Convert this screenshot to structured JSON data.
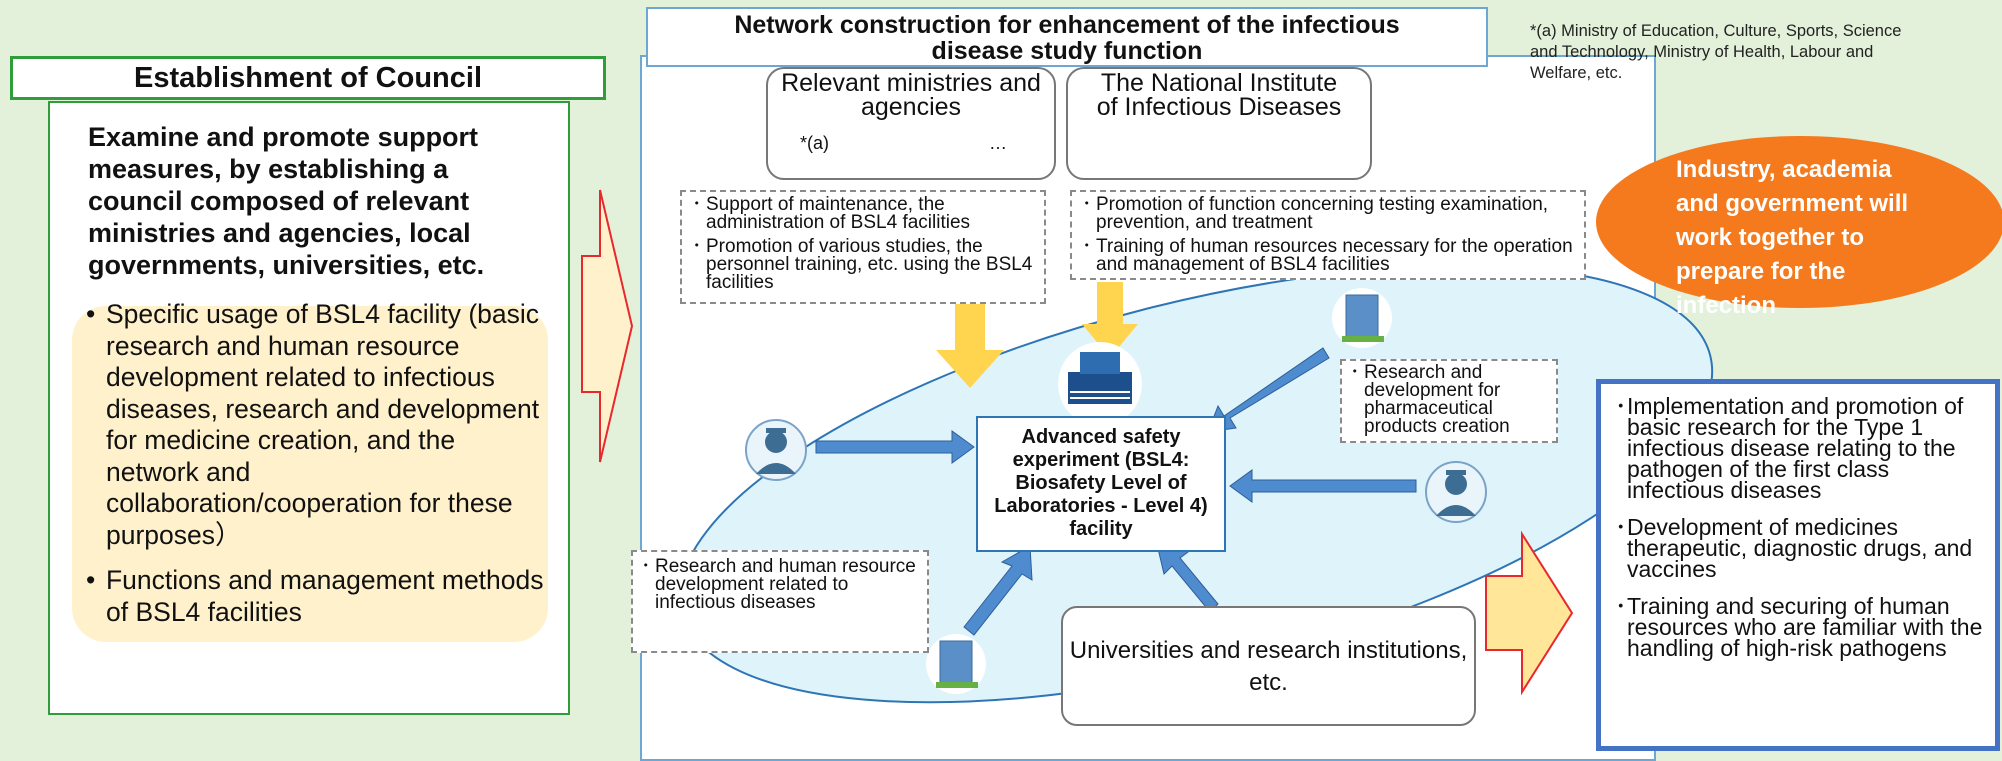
{
  "council": {
    "title": "Establishment of Council",
    "lead": "Examine and promote support measures, by establishing a council composed of relevant ministries and agencies, local governments, universities, etc.",
    "bullets": [
      "Specific usage of BSL4 facility (basic research and human resource development related to infectious diseases, research and development for medicine creation, and the network and collaboration/cooperation for these purposes）",
      "Functions and management methods of BSL4  facilities"
    ]
  },
  "network": {
    "title_line1": "Network construction for enhancement of the infectious",
    "title_line2": "disease study function"
  },
  "note_a": "*(a) Ministry of Education, Culture, Sports, Science and Technology, Ministry of Health, Labour and Welfare, etc.",
  "ministries": {
    "title_line1": "Relevant ministries and",
    "title_line2": "agencies",
    "note_ref": "*(a)",
    "ellipsis": "…",
    "items": [
      "Support of maintenance, the administration of BSL4 facilities",
      "Promotion of various studies, the personnel training, etc. using the BSL4 facilities"
    ]
  },
  "niid": {
    "title_line1": "The National Institute",
    "title_line2": "of Infectious Diseases",
    "items": [
      "Promotion of function concerning testing examination, prevention, and treatment",
      "Training of human resources necessary for the operation and management of BSL4 facilities"
    ]
  },
  "pharma_research": "Research and development for pharmaceutical products creation",
  "research_hr": "Research and human resource development related to infectious diseases",
  "bsl4_facility": "Advanced safety experiment (BSL4: Biosafety Level of Laboratories - Level 4) facility",
  "universities": "Universities and research institutions, etc.",
  "industry_note": "Industry, academia and government will work together to prepare for the infection",
  "outcomes": [
    "Implementation and promotion of basic research for the Type 1 infectious disease relating to the pathogen of the first class infectious diseases",
    "Development of medicines therapeutic, diagnostic drugs, and vaccines",
    "Training and securing of human resources who are familiar with the handling of high-risk pathogens"
  ],
  "colors": {
    "background": "#e3f0da",
    "council_border": "#2f9e3a",
    "highlight": "#fff1cc",
    "frame_border": "#6da7d6",
    "ellipse_fill": "#dff3fb",
    "blue_arrow": "#4f8ccf",
    "yellow_arrow": "#ffd54f",
    "red_outline": "#e8282b",
    "orange": "#f47a1d",
    "outcome_border": "#4472c4"
  }
}
